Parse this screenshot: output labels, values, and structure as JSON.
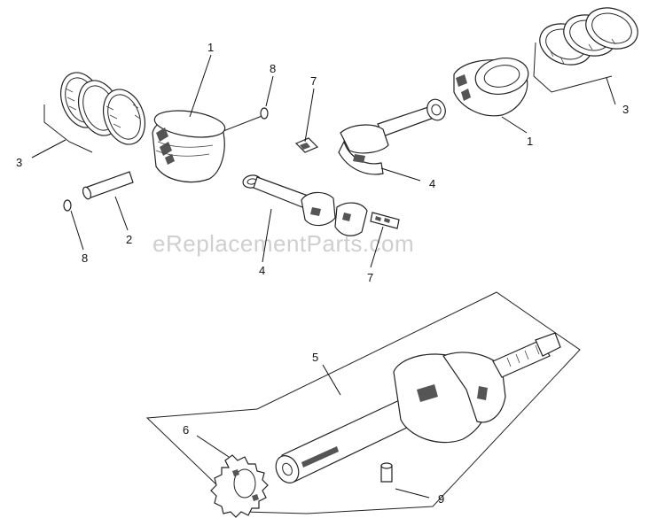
{
  "watermark": "eReplacementParts.com",
  "callouts": [
    "1",
    "8",
    "7",
    "3",
    "3",
    "1",
    "2",
    "8",
    "4",
    "4",
    "7",
    "5",
    "6",
    "9"
  ]
}
